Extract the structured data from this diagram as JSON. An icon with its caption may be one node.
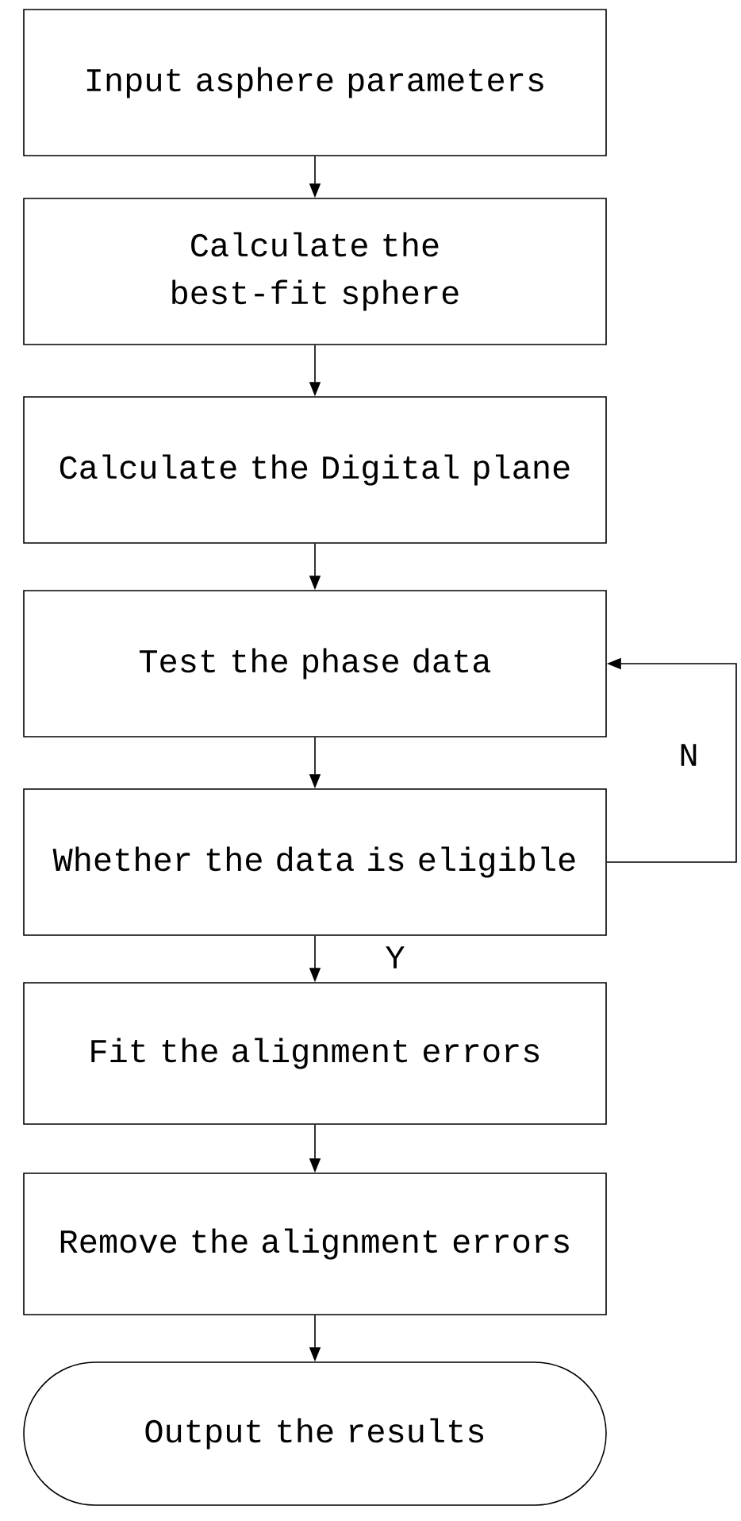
{
  "diagram": {
    "nodes": [
      {
        "text": [
          "Input asphere parameters"
        ]
      },
      {
        "text": [
          "Calculate the best-fit sphere"
        ]
      },
      {
        "text": [
          "Calculate the Digital plane"
        ]
      },
      {
        "text": [
          "Test the phase data"
        ]
      },
      {
        "text": [
          "Whether the data is eligible"
        ]
      },
      {
        "text": [
          "Fit the alignment errors"
        ]
      },
      {
        "text": [
          "Remove the alignment errors"
        ]
      },
      {
        "text": [
          "Output the results"
        ]
      }
    ],
    "edges": [
      {
        "from": 0,
        "to": 1,
        "arrow": "to"
      },
      {
        "from": 1,
        "to": 2,
        "arrow": "to"
      },
      {
        "from": 2,
        "to": 3,
        "arrow": "to"
      },
      {
        "from": 3,
        "to": 4,
        "arrow": "to"
      },
      {
        "from": 4,
        "to": 5,
        "arrow": "to",
        "label": "Y"
      },
      {
        "from": 6,
        "to": 7,
        "arrow": "to"
      },
      {
        "from": 5,
        "to": 6,
        "arrow": "to"
      },
      {
        "from": 4,
        "to": 3,
        "arrow": "to",
        "label": "N"
      }
    ]
  }
}
